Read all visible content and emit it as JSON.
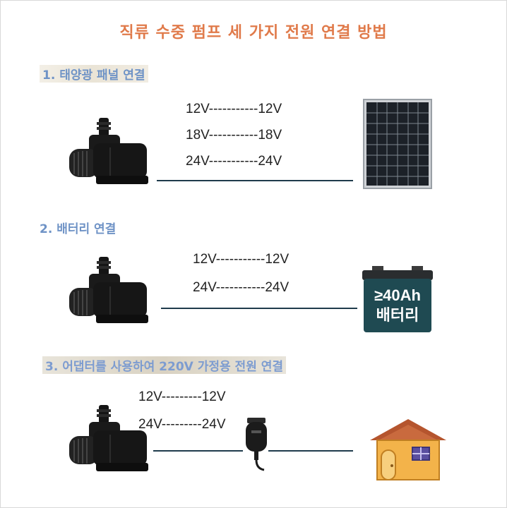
{
  "title": "직류 수중 펌프 세 가지 전원 연결 방법",
  "sections": [
    {
      "heading": "1. 태양광 패널 연결",
      "voltages": [
        "12V-----------12V",
        "18V-----------18V",
        "24V-----------24V"
      ],
      "device_icon": "solar-panel"
    },
    {
      "heading": "2. 배터리 연결",
      "voltages": [
        "12V-----------12V",
        "24V-----------24V"
      ],
      "device_icon": "battery",
      "battery_capacity": "≥40Ah",
      "battery_label": "배터리"
    },
    {
      "heading": "3. 어댑터를 사용하여 220V 가정용 전원 연결",
      "voltages": [
        "12V---------12V",
        "24V---------24V"
      ],
      "device_icon": "house"
    }
  ],
  "colors": {
    "title": "#e07a4a",
    "heading": "#6f93c6",
    "line": "#1f3b4c",
    "battery": "#1f4a52",
    "house_roof": "#b5552e",
    "house_wall": "#f3b34a"
  }
}
